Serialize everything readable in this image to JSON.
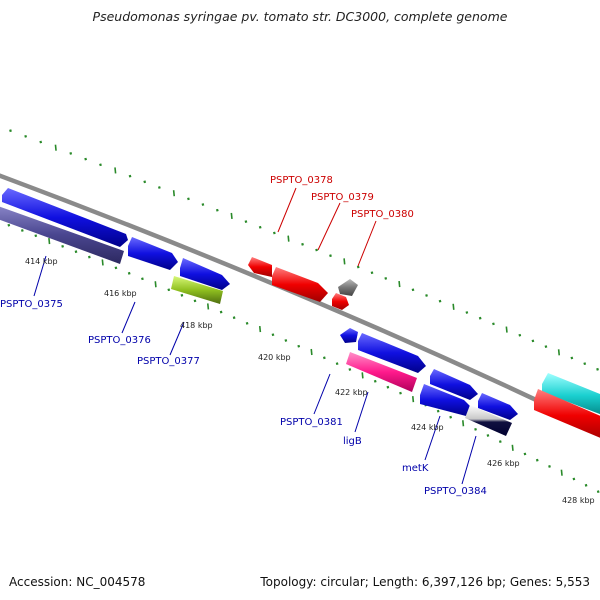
{
  "title": "Pseudomonas syringae pv. tomato str. DC3000, complete genome",
  "footer": {
    "accession": "Accession: NC_004578",
    "stats": "Topology: circular; Length: 6,397,126 bp; Genes: 5,553"
  },
  "colors": {
    "backbone": "#8a8a8a",
    "tick": "#2a8a2a",
    "label_red": "#cc0000",
    "label_blue": "#0000aa"
  },
  "ticks": [
    "414 kbp",
    "416 kbp",
    "418 kbp",
    "420 kbp",
    "422 kbp",
    "424 kbp",
    "426 kbp",
    "428 kbp"
  ],
  "gene_labels": [
    {
      "text": "PSPTO_0378",
      "color": "red"
    },
    {
      "text": "PSPTO_0379",
      "color": "red"
    },
    {
      "text": "PSPTO_0380",
      "color": "red"
    },
    {
      "text": "PSPTO_0375",
      "color": "blue"
    },
    {
      "text": "PSPTO_0376",
      "color": "blue"
    },
    {
      "text": "PSPTO_0377",
      "color": "blue"
    },
    {
      "text": "PSPTO_0381",
      "color": "blue"
    },
    {
      "text": "ligB",
      "color": "blue"
    },
    {
      "text": "metK",
      "color": "blue"
    },
    {
      "text": "PSPTO_0384",
      "color": "blue"
    }
  ]
}
